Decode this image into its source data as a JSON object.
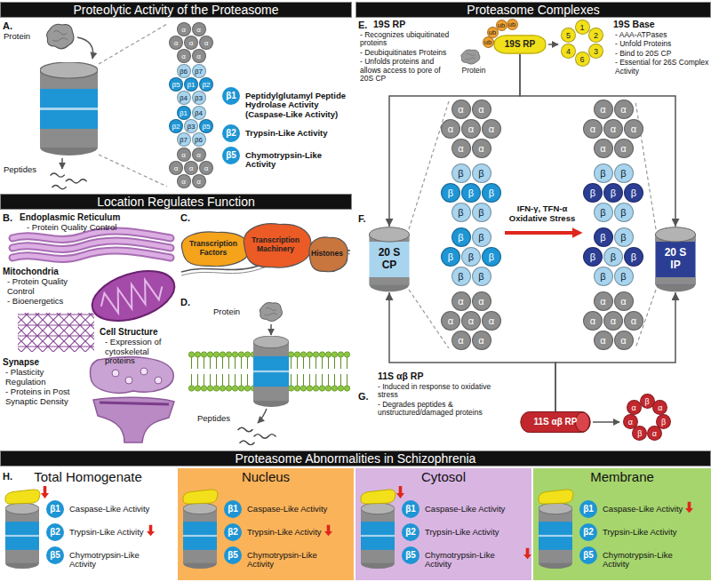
{
  "diagram": {
    "nodes": [
      {
        "text": [
          "Proteolytic Activity of the Proteasome"
        ]
      },
      {
        "text": [
          "β1",
          "Peptidylglutamyl Peptide Hydrolase Activity (Caspase-Like Activity)"
        ]
      },
      {
        "text": [
          "β2",
          "Trypsin-Like Activity"
        ]
      },
      {
        "text": [
          "β5",
          "Chymotrypsin-Like Activity"
        ]
      },
      {
        "text": [
          "Proteasome Complexes"
        ]
      },
      {
        "text": [
          "19S RP"
        ]
      },
      {
        "text": [
          "Location Regulates Function"
        ]
      },
      {
        "text": [
          "Transcription Factors"
        ]
      },
      {
        "text": [
          "Transcription Machinery"
        ]
      },
      {
        "text": [
          "Histones"
        ]
      },
      {
        "text": [
          "20 S CP"
        ]
      },
      {
        "text": [
          "20 S IP"
        ]
      },
      {
        "text": [
          "11S αβ RP"
        ]
      },
      {
        "text": [
          "Proteasome Abnormalities in Schizophrenia"
        ]
      },
      {
        "text": [
          "β1",
          "Caspase-Like Activity"
        ]
      },
      {
        "text": [
          "β2",
          "Trypsin-Like Activity"
        ]
      },
      {
        "text": [
          "β5",
          "Chymotrypsin-Like Activity"
        ]
      },
      {
        "text": [
          "Nucleus"
        ]
      },
      {
        "text": [
          "β1",
          "Caspase-Like Activity"
        ],
        "in": 17
      },
      {
        "text": [
          "β2",
          "Trypsin-Like Activity"
        ],
        "in": 17
      },
      {
        "text": [
          "β5",
          "Chymotrypsin-Like Activity"
        ],
        "in": 17
      },
      {
        "text": [
          "Cytosol"
        ]
      },
      {
        "text": [
          "β1",
          "Caspase-Like Activity"
        ],
        "in": 21
      },
      {
        "text": [
          "β2",
          "Trypsin-Like Activity"
        ],
        "in": 21
      },
      {
        "text": [
          "β5",
          "Chymotrypsin-Like Activity"
        ],
        "in": 21
      },
      {
        "text": [
          "Membrane"
        ]
      },
      {
        "text": [
          "β1",
          "Caspase-Like Activity"
        ],
        "in": 25
      },
      {
        "text": [
          "β2",
          "Trypsin-Like Activity"
        ],
        "in": 25
      },
      {
        "text": [
          "β5",
          "Chymotrypsin-Like Activity"
        ],
        "in": 25
      }
    ],
    "edges": [
      {
        "from": 5,
        "to": 10,
        "arrow": "to"
      },
      {
        "from": 5,
        "to": 11,
        "arrow": "to"
      },
      {
        "from": 12,
        "to": 10,
        "arrow": "to"
      },
      {
        "from": 12,
        "to": 11,
        "arrow": "to"
      }
    ],
    "labels": [
      "A.",
      "Protein",
      "Peptides",
      "B.",
      "Endoplasmic Reticulum",
      "- Protein Quality Control",
      "Mitochondria",
      "- Protein Quality Control",
      "- Bioenergetics",
      "Cell Structure",
      "- Expression of cytoskeletal proteins",
      "Synapse",
      "- Plasticity Regulation",
      "- Proteins in Post Synaptic Density",
      "C.",
      "D.",
      "Protein",
      "Peptides",
      "E.",
      "19S RP",
      "- Recognizes ubiquitinated proteins",
      "- Deubiquitinates Proteins",
      "- Unfolds proteins and allows access to pore of 20S CP",
      "Protein",
      "19S Base",
      "- AAA-ATPases",
      "- Unfold Proteins",
      "- Bind to 20S CP",
      "- Essential for 26S Complex Activity",
      "F.",
      "IFN-γ, TFN-α Oxidative Stress",
      "G.",
      "11S αβ RP",
      "- Induced in response to oxidative stress",
      "- Degrades peptides & unstructured/damaged proteins",
      "H.",
      "Total Homogenate",
      "ub",
      "ub",
      "ub",
      "ub",
      "1",
      "2",
      "3",
      "6",
      "4",
      "5",
      "β",
      "α",
      "β",
      "α",
      "β",
      "α",
      "α",
      "α",
      "α",
      "α",
      "α",
      "α",
      "α",
      "α",
      "β6",
      "β7",
      "β5",
      "β1",
      "β2",
      "β4",
      "β3",
      "β1",
      "β4",
      "β2",
      "β3",
      "β5",
      "β7",
      "β6",
      "α",
      "α",
      "α",
      "α",
      "α",
      "α",
      "α",
      "α",
      "α",
      "α",
      "α",
      "α",
      "α",
      "α",
      "β",
      "β",
      "β",
      "β",
      "β",
      "β",
      "β",
      "β",
      "β",
      "β",
      "β",
      "β",
      "β",
      "β",
      "α",
      "α",
      "α",
      "α",
      "α",
      "α",
      "α",
      "α",
      "α",
      "α",
      "α",
      "α",
      "α",
      "α",
      "β",
      "β",
      "β",
      "β",
      "β",
      "β",
      "β",
      "β",
      "β",
      "β",
      "β",
      "β",
      "β",
      "β",
      "α",
      "α",
      "α",
      "α",
      "α",
      "α",
      "α"
    ]
  }
}
